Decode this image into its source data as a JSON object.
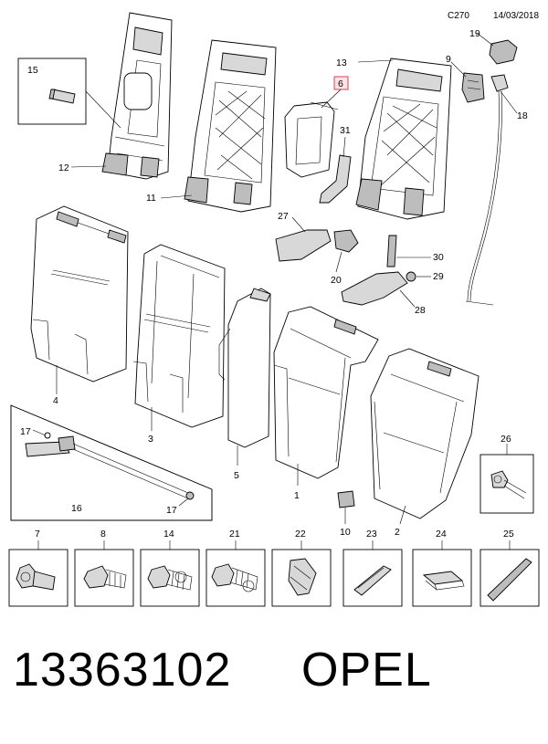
{
  "header": {
    "code": "C270",
    "date": "14/03/2018"
  },
  "footer": {
    "part_number": "13363102",
    "brand": "OPEL"
  },
  "highlight_color": "#d9465b",
  "callouts": {
    "c1": "1",
    "c2": "2",
    "c3": "3",
    "c4": "4",
    "c5": "5",
    "c6": "6",
    "c7": "7",
    "c8": "8",
    "c9": "9",
    "c10": "10",
    "c11": "11",
    "c12": "12",
    "c13": "13",
    "c14": "14",
    "c15": "15",
    "c16": "16",
    "c17a": "17",
    "c17b": "17",
    "c18": "18",
    "c19": "19",
    "c20": "20",
    "c21": "21",
    "c22": "22",
    "c23": "23",
    "c24": "24",
    "c25": "25",
    "c26": "26",
    "c27": "27",
    "c28": "28",
    "c29": "29",
    "c30": "30",
    "c31": "31"
  },
  "highlighted_part": "6"
}
